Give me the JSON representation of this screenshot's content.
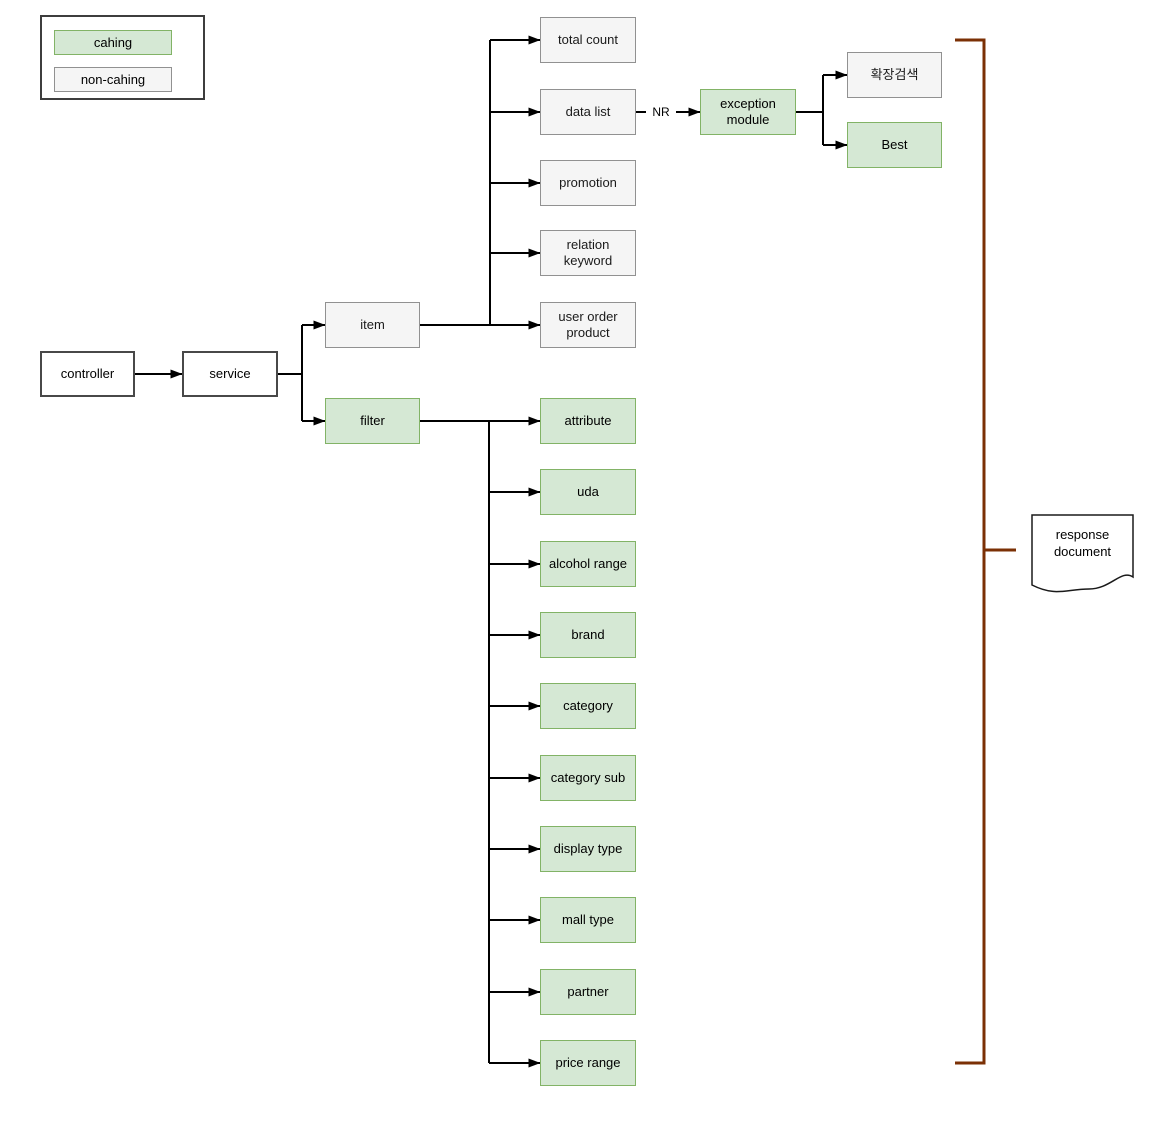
{
  "legend": {
    "cached_label": "cahing",
    "non_cached_label": "non-cahing"
  },
  "nodes": {
    "controller": {
      "label": "controller",
      "kind": "plain"
    },
    "service": {
      "label": "service",
      "kind": "plain"
    },
    "item": {
      "label": "item",
      "kind": "non-cached"
    },
    "filter": {
      "label": "filter",
      "kind": "cached"
    },
    "total_count": {
      "label": "total count",
      "kind": "non-cached"
    },
    "data_list": {
      "label": "data list",
      "kind": "non-cached"
    },
    "promotion": {
      "label": "promotion",
      "kind": "non-cached"
    },
    "relation_keyword": {
      "label": "relation keyword",
      "kind": "non-cached"
    },
    "user_order_product": {
      "label": "user order product",
      "kind": "non-cached"
    },
    "exception_module": {
      "label": "exception module",
      "kind": "cached"
    },
    "expanded_search": {
      "label": "확장검색",
      "kind": "non-cached"
    },
    "best": {
      "label": "Best",
      "kind": "cached"
    },
    "attribute": {
      "label": "attribute",
      "kind": "cached"
    },
    "uda": {
      "label": "uda",
      "kind": "cached"
    },
    "alcohol_range": {
      "label": "alcohol range",
      "kind": "cached"
    },
    "brand": {
      "label": "brand",
      "kind": "cached"
    },
    "category": {
      "label": "category",
      "kind": "cached"
    },
    "category_sub": {
      "label": "category sub",
      "kind": "cached"
    },
    "display_type": {
      "label": "display type",
      "kind": "cached"
    },
    "mall_type": {
      "label": "mall type",
      "kind": "cached"
    },
    "partner": {
      "label": "partner",
      "kind": "cached"
    },
    "price_range": {
      "label": "price range",
      "kind": "cached"
    },
    "response_document": {
      "label": "response document",
      "kind": "document"
    }
  },
  "edge_labels": {
    "nr": "NR"
  },
  "edges": [
    {
      "from": "controller",
      "to": "service"
    },
    {
      "from": "service",
      "to": "item"
    },
    {
      "from": "service",
      "to": "filter"
    },
    {
      "from": "item",
      "to": "total_count"
    },
    {
      "from": "item",
      "to": "data_list"
    },
    {
      "from": "item",
      "to": "promotion"
    },
    {
      "from": "item",
      "to": "relation_keyword"
    },
    {
      "from": "item",
      "to": "user_order_product"
    },
    {
      "from": "data_list",
      "to": "exception_module",
      "label": "NR"
    },
    {
      "from": "exception_module",
      "to": "expanded_search"
    },
    {
      "from": "exception_module",
      "to": "best"
    },
    {
      "from": "filter",
      "to": "attribute"
    },
    {
      "from": "filter",
      "to": "uda"
    },
    {
      "from": "filter",
      "to": "alcohol_range"
    },
    {
      "from": "filter",
      "to": "brand"
    },
    {
      "from": "filter",
      "to": "category"
    },
    {
      "from": "filter",
      "to": "category_sub"
    },
    {
      "from": "filter",
      "to": "display_type"
    },
    {
      "from": "filter",
      "to": "mall_type"
    },
    {
      "from": "filter",
      "to": "partner"
    },
    {
      "from": "filter",
      "to": "price_range"
    },
    {
      "from": "output_bracket",
      "to": "response_document"
    }
  ],
  "colors": {
    "cached_fill": "#d5e8d4",
    "cached_stroke": "#82b366",
    "non_cached_fill": "#f5f5f5",
    "non_cached_stroke": "#919191",
    "plain_stroke": "#484848",
    "edge": "#000000",
    "bracket": "#7b3005"
  }
}
